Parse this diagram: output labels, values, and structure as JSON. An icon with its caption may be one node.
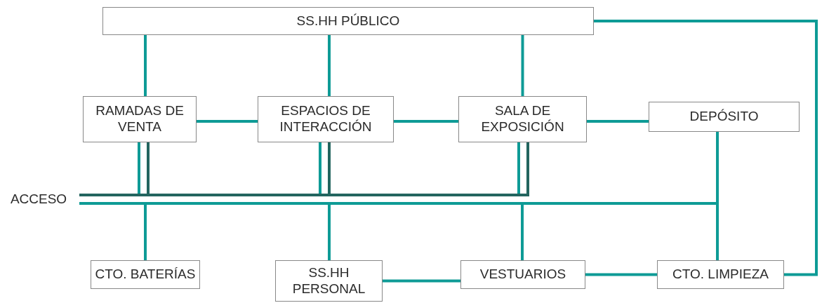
{
  "diagram": {
    "nodes": [
      {
        "text": [
          "SS.HH PÚBLICO"
        ]
      },
      {
        "text": [
          "RAMADAS DE VENTA"
        ]
      },
      {
        "text": [
          "ESPACIOS DE INTERACCIÓN"
        ]
      },
      {
        "text": [
          "SALA DE EXPOSICIÓN"
        ]
      },
      {
        "text": [
          "DEPÓSITO"
        ]
      },
      {
        "text": [
          "ACCESO"
        ]
      },
      {
        "text": [
          "CTO. BATERÍAS"
        ]
      },
      {
        "text": [
          "SS.HH PERSONAL"
        ]
      },
      {
        "text": [
          "VESTUARIOS"
        ]
      },
      {
        "text": [
          "CTO. LIMPIEZA"
        ]
      }
    ],
    "edges": [
      {
        "from": 0,
        "to": 1,
        "arrow": "none"
      },
      {
        "from": 0,
        "to": 2,
        "arrow": "none"
      },
      {
        "from": 0,
        "to": 3,
        "arrow": "none"
      },
      {
        "from": 1,
        "to": 2,
        "arrow": "none"
      },
      {
        "from": 2,
        "to": 3,
        "arrow": "none"
      },
      {
        "from": 3,
        "to": 4,
        "arrow": "none"
      },
      {
        "from": 0,
        "to": 9,
        "arrow": "none"
      },
      {
        "from": 7,
        "to": 8,
        "arrow": "none"
      },
      {
        "from": 8,
        "to": 9,
        "arrow": "none"
      },
      {
        "from": 5,
        "to": 1,
        "arrow": "none",
        "color": "#23655f"
      },
      {
        "from": 5,
        "to": 2,
        "arrow": "none",
        "color": "#23655f"
      },
      {
        "from": 5,
        "to": 3,
        "arrow": "none",
        "color": "#23655f"
      },
      {
        "from": 5,
        "to": 1,
        "arrow": "none"
      },
      {
        "from": 5,
        "to": 2,
        "arrow": "none"
      },
      {
        "from": 5,
        "to": 3,
        "arrow": "none"
      },
      {
        "from": 5,
        "to": 6,
        "arrow": "none"
      },
      {
        "from": 5,
        "to": 7,
        "arrow": "none"
      },
      {
        "from": 5,
        "to": 8,
        "arrow": "none"
      },
      {
        "from": 5,
        "to": 4,
        "arrow": "none"
      },
      {
        "from": 5,
        "to": 9,
        "arrow": "none"
      }
    ]
  }
}
